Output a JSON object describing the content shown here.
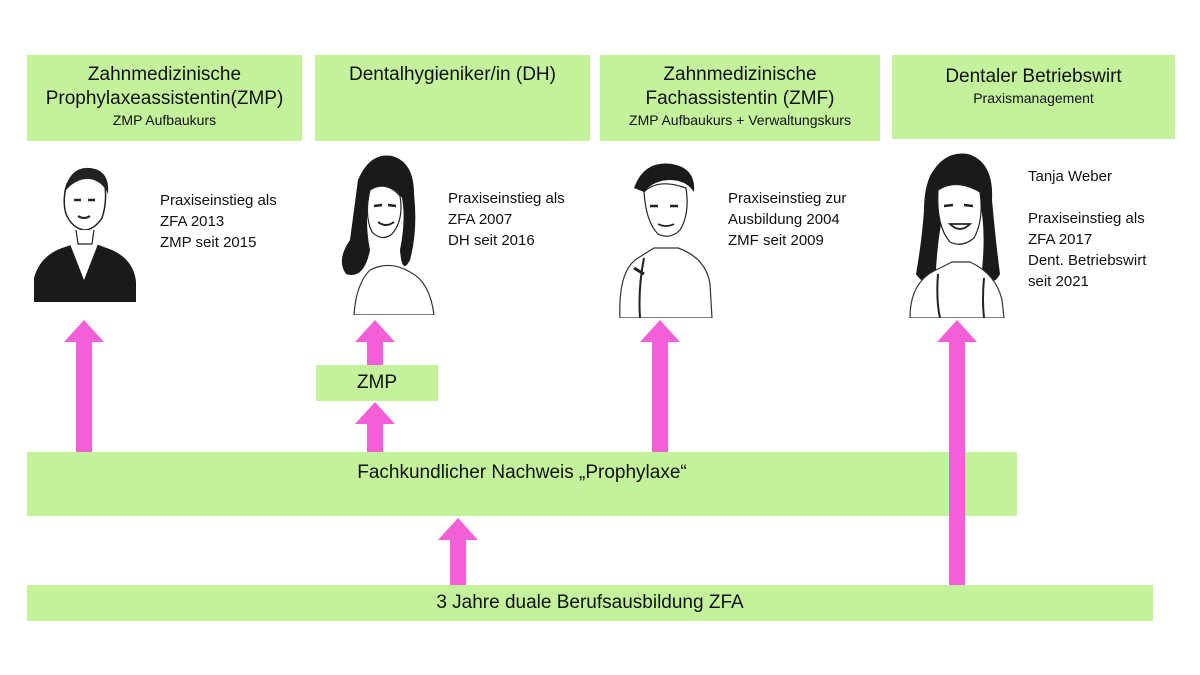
{
  "careers": [
    {
      "title_line1": "Zahnmedizinische",
      "title_line2": "Prophylaxeassistentin(ZMP)",
      "subtitle": "ZMP Aufbaukurs",
      "bio": [
        "Praxiseinstieg als",
        "ZFA 2013",
        "ZMP seit 2015"
      ]
    },
    {
      "title_line1": "Dentalhygieniker/in (DH)",
      "bio": [
        "Praxiseinstieg als",
        "ZFA 2007",
        "DH seit 2016"
      ]
    },
    {
      "title_line1": "Zahnmedizinische",
      "title_line2": "Fachassistentin (ZMF)",
      "subtitle": "ZMP Aufbaukurs + Verwaltungskurs",
      "bio": [
        "Praxiseinstieg zur",
        "Ausbildung 2004",
        "ZMF seit 2009"
      ]
    },
    {
      "title_line1": "Dentaler Betriebswirt",
      "subtitle": "Praxismanagement",
      "bio": [
        "Tanja Weber",
        "",
        "Praxiseinstieg als",
        "ZFA 2017",
        "Dent. Betriebswirt",
        "seit 2021"
      ]
    }
  ],
  "intermediate": {
    "label": "ZMP"
  },
  "nachweis": {
    "label": "Fachkundlicher Nachweis „Prophylaxe“"
  },
  "ausbildung": {
    "label": "3 Jahre duale Berufsausbildung ZFA"
  },
  "colors": {
    "box": "#c4f29c",
    "arrow": "#f45fd8"
  }
}
